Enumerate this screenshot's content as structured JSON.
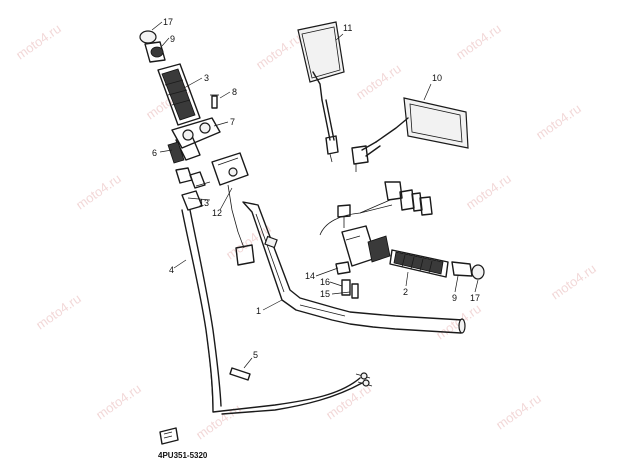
{
  "diagram": {
    "code": "4PU351-5320",
    "watermark": "moto4.ru",
    "part_labels": {
      "p1": "1",
      "p2": "2",
      "p3": "3",
      "p4": "4",
      "p5": "5",
      "p6": "6",
      "p7": "7",
      "p8": "8",
      "p9a": "9",
      "p9b": "9",
      "p10": "10",
      "p11": "11",
      "p12": "12",
      "p13": "13",
      "p14": "14",
      "p15": "15",
      "p16": "16",
      "p17a": "17",
      "p17b": "17"
    }
  }
}
